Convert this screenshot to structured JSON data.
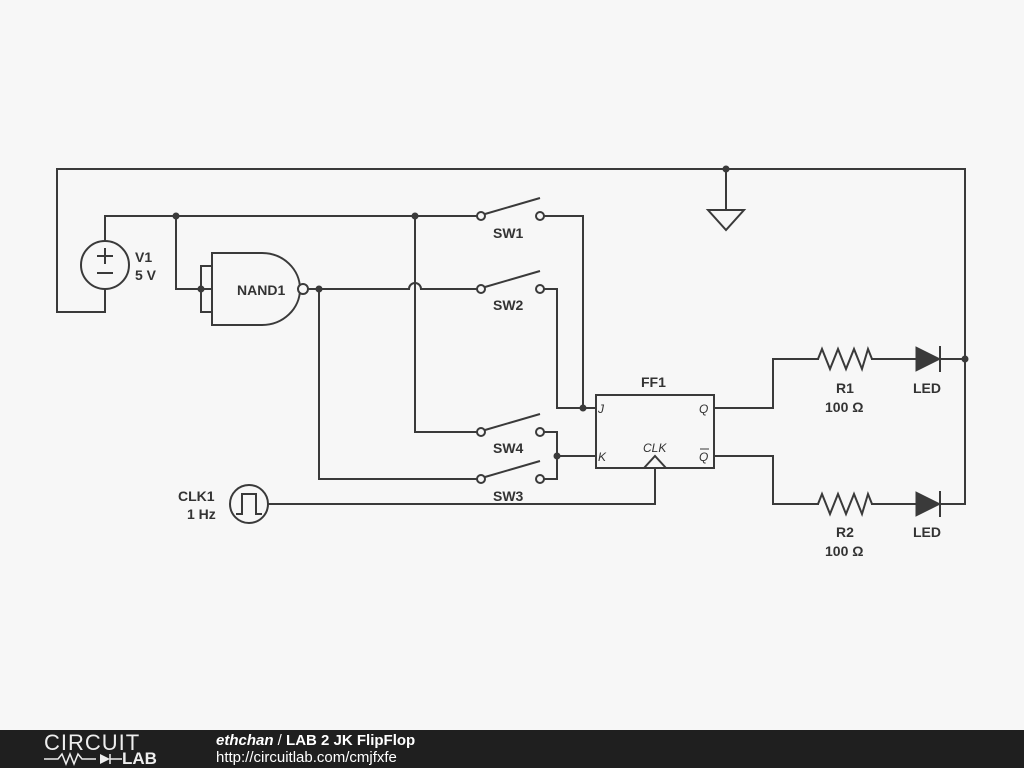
{
  "schematic": {
    "components": {
      "v1": {
        "name": "V1",
        "value": "5 V"
      },
      "nand": {
        "name": "NAND1"
      },
      "sw1": {
        "name": "SW1"
      },
      "sw2": {
        "name": "SW2"
      },
      "sw3": {
        "name": "SW3"
      },
      "sw4": {
        "name": "SW4"
      },
      "ff": {
        "name": "FF1",
        "pins": {
          "j": "J",
          "k": "K",
          "clk": "CLK",
          "q": "Q",
          "qbar": "Q"
        }
      },
      "clk": {
        "name": "CLK1",
        "value": "1 Hz"
      },
      "r1": {
        "name": "R1",
        "value": "100 Ω"
      },
      "r2": {
        "name": "R2",
        "value": "100 Ω"
      },
      "led1": {
        "name": "LED"
      },
      "led2": {
        "name": "LED"
      }
    },
    "colors": {
      "wire": "#3a3a3a",
      "background": "#f7f7f7"
    }
  },
  "footer": {
    "logo_top": "CIRCUIT",
    "logo_bottom": "LAB",
    "author": "ethchan",
    "separator": " / ",
    "title": "LAB 2 JK FlipFlop",
    "url": "http://circuitlab.com/cmjfxfe",
    "background": "#1f1f1f"
  }
}
